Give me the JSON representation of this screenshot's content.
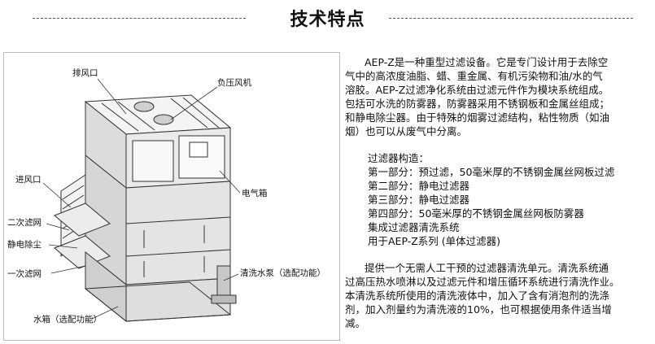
{
  "header": {
    "title": "技术特点"
  },
  "figure": {
    "labels": {
      "exhaust": "排风口",
      "fan": "负压风机",
      "inlet": "进风口",
      "electric_box": "电气箱",
      "secondary_filter": "二次滤网",
      "esp": "静电除尘",
      "primary_filter": "一次滤网",
      "pump": "清洗水泵（选配功能）",
      "tank": "水箱（选配功能）"
    }
  },
  "description": {
    "intro_1": "AEP-Z是一种重型过滤设备。它是专门设计用于去除空",
    "intro_2": "气中的高浓度油脂、蜡、重金属、有机污染物和油/水的气",
    "intro_3": "溶胶。AEP-Z过滤净化系统由过滤元件作为模块系统组成。",
    "intro_4": "包括可水洗的防雾器，防雾器采用不锈钢板和金属丝组成；",
    "intro_5": "和静电除尘器。由于特殊的烟雾过滤结构，粘性物质（如油",
    "intro_6": "烟）也可以从废气中分离。",
    "structure_title": "过滤器构造：",
    "part_1": "第一部分：预过滤，50毫米厚的不锈钢金属丝网板过滤",
    "part_2": "第二部分：静电过滤器",
    "part_3": "第三部分：静电过滤器",
    "part_4": "第四部分：50毫米厚的不锈钢金属丝网板防雾器",
    "integrated": "集成过滤器清洗系统",
    "for_series": "用于AEP-Z系列 (单体过滤器)",
    "clean_1": "提供一个无需人工干预的过滤器清洗单元。清洗系统通",
    "clean_2": "过高压热水喷淋以及过滤元件和增压循环系统进行清洗作业。",
    "clean_3": "本清洗系统所使用的清洗液体中，加入了含有消泡剂的洗涤",
    "clean_4": "剂，加入剂量约为清洗液的10%，也可根据使用条件适当增",
    "clean_5": "减。"
  }
}
